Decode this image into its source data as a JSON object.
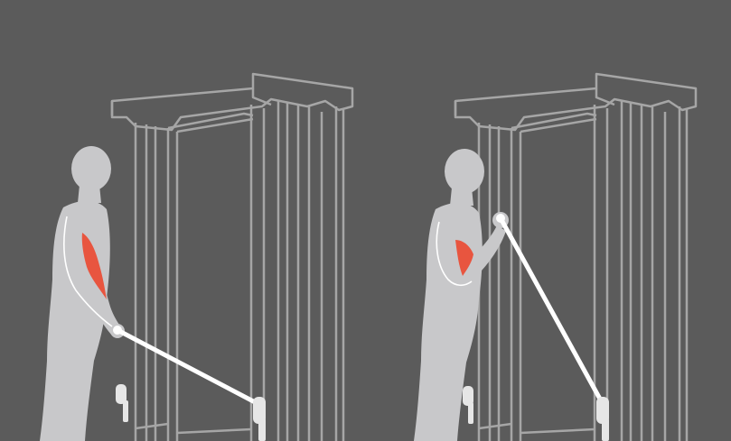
{
  "illustration": {
    "panels": [
      {
        "phase": "start",
        "arm": "extended"
      },
      {
        "phase": "end",
        "arm": "curled"
      }
    ]
  },
  "colors": {
    "background": "#5b5b5b",
    "machine_outline": "#a6a6a6",
    "body": "#c8c8ca",
    "muscle_highlight": "#e8553f",
    "cable": "#ffffff",
    "handle": "#e6e6e6"
  },
  "icons": [
    "cable-machine-icon",
    "person-figure-icon",
    "bicep-muscle-icon",
    "cable-icon",
    "pulley-handle-icon"
  ]
}
